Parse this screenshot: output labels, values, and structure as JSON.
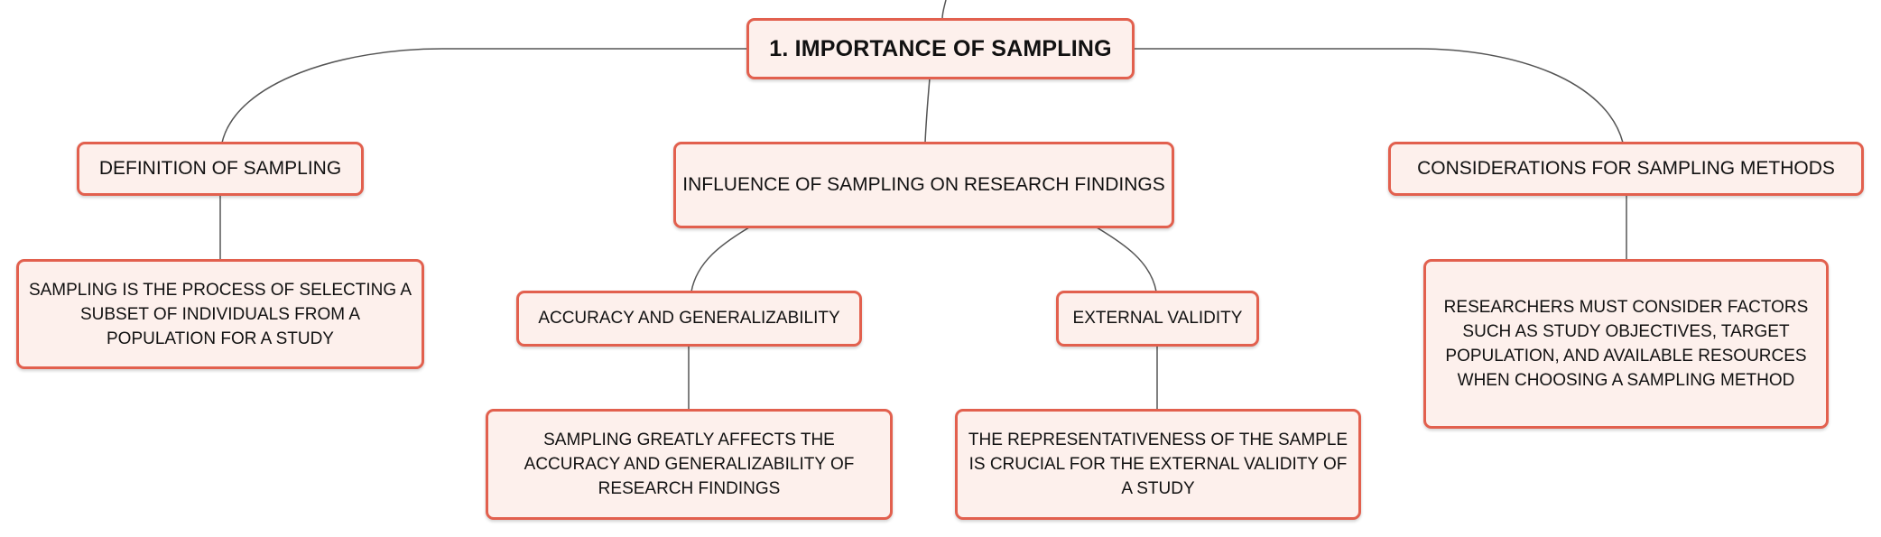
{
  "root": {
    "label": "1. IMPORTANCE OF SAMPLING"
  },
  "definition": {
    "label": "DEFINITION OF SAMPLING",
    "detail": "SAMPLING IS THE PROCESS OF SELECTING A SUBSET OF INDIVIDUALS FROM A POPULATION FOR A STUDY"
  },
  "influence": {
    "label": "INFLUENCE OF SAMPLING ON RESEARCH FINDINGS",
    "accuracy": {
      "label": "ACCURACY AND GENERALIZABILITY",
      "detail": "SAMPLING GREATLY AFFECTS THE ACCURACY AND GENERALIZABILITY OF RESEARCH FINDINGS"
    },
    "external": {
      "label": "EXTERNAL VALIDITY",
      "detail": "THE REPRESENTATIVENESS OF THE SAMPLE IS CRUCIAL FOR THE EXTERNAL VALIDITY OF A STUDY"
    }
  },
  "considerations": {
    "label": "CONSIDERATIONS FOR SAMPLING METHODS",
    "detail": "RESEARCHERS MUST CONSIDER FACTORS SUCH AS STUDY OBJECTIVES, TARGET POPULATION, AND AVAILABLE RESOURCES WHEN CHOOSING A SAMPLING METHOD"
  },
  "colors": {
    "border": "#e2604e",
    "fill": "#fdf0ec",
    "connector": "#555555"
  }
}
